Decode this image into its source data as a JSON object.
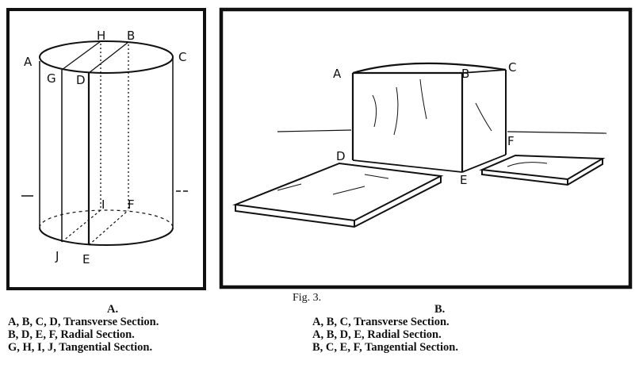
{
  "figure": {
    "title": "Fig. 3.",
    "panel_a": {
      "heading": "A.",
      "point_labels": [
        "A",
        "H",
        "B",
        "C",
        "G",
        "D",
        "I",
        "F",
        "J",
        "E"
      ],
      "legend": [
        "A, B, C, D, Transverse Section.",
        "B, D, E, F, Radial Section.",
        "G, H, I, J, Tangential Section."
      ]
    },
    "panel_b": {
      "heading": "B.",
      "point_labels": [
        "A",
        "B",
        "C",
        "D",
        "E",
        "F"
      ],
      "legend": [
        "A, B, C, Transverse Section.",
        "A, B, D, E, Radial Section.",
        "B, C, E, F, Tangential Section."
      ]
    }
  }
}
